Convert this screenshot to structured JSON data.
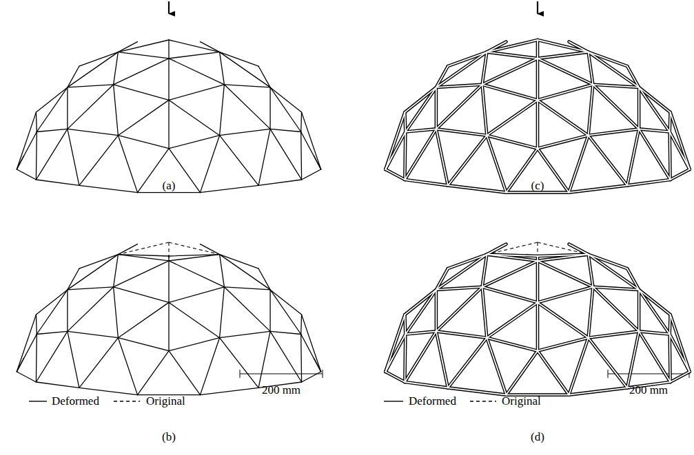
{
  "diagram": {
    "labels": [
      "(a)",
      "(c)",
      "(b)",
      "(d)",
      "200 mm",
      "200 mm"
    ],
    "legend": [
      {
        "text": "Deformed"
      },
      {
        "text": "Original"
      },
      {
        "text": "Deformed"
      },
      {
        "text": "Original"
      }
    ]
  }
}
